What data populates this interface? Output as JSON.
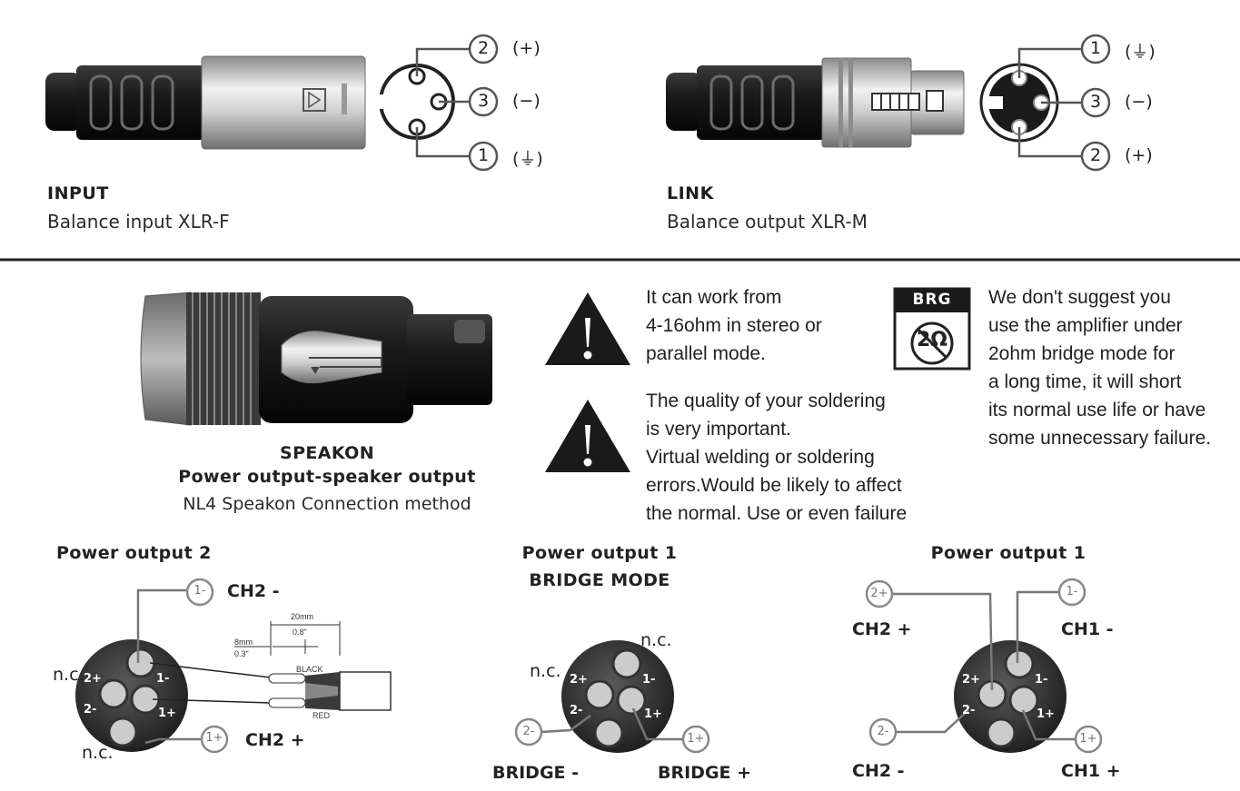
{
  "input": {
    "title": "INPUT",
    "desc": "Balance input XLR-F",
    "pins": [
      {
        "num": "2",
        "sign": "(+)"
      },
      {
        "num": "3",
        "sign": "(−)"
      },
      {
        "num": "1",
        "sign": "(⏚)"
      }
    ]
  },
  "link": {
    "title": "LINK",
    "desc": "Balance output XLR-M",
    "pins": [
      {
        "num": "1",
        "sign": "(⏚)"
      },
      {
        "num": "3",
        "sign": "(−)"
      },
      {
        "num": "2",
        "sign": "(+)"
      }
    ]
  },
  "speakon": {
    "title": "SPEAKON",
    "subtitle": "Power output-speaker output",
    "method": "NL4 Speakon Connection method"
  },
  "warnings": {
    "w1_lines": [
      "It can work from",
      "4-16ohm in stereo or",
      "parallel mode."
    ],
    "w2_lines": [
      "The quality of your soldering",
      "is very important.",
      "Virtual welding or soldering",
      "errors.Would be likely to affect",
      "the normal. Use or even failure"
    ],
    "brg_badge": "BRG",
    "brg_symbol": "2Ω",
    "brg_lines": [
      "We don't suggest you",
      "use the amplifier under",
      "2ohm bridge mode for",
      "a long time, it will short",
      "its normal use life or have",
      "some unnecessary failure."
    ]
  },
  "diagrams": {
    "d1": {
      "title": "Power output 2",
      "ch_minus": "CH2 -",
      "ch_plus": "CH2 +",
      "nc": "n.c.",
      "pin_1m": "1-",
      "pin_1p": "1+",
      "face_2p": "2+",
      "face_1m": "1-",
      "face_2m": "2-",
      "face_1p": "1+",
      "wire": {
        "len_a": "20mm",
        "len_a_in": "0.8\"",
        "len_b": "8mm",
        "len_b_in": "0.3\"",
        "black": "BLACK",
        "red": "RED"
      }
    },
    "d2": {
      "title_1": "Power output 1",
      "title_2": "BRIDGE MODE",
      "nc": "n.c.",
      "pin_2m": "2-",
      "pin_1p": "1+",
      "bridge_minus": "BRIDGE -",
      "bridge_plus": "BRIDGE +",
      "face_2p": "2+",
      "face_1m": "1-",
      "face_2m": "2-",
      "face_1p": "1+"
    },
    "d3": {
      "title": "Power output 1",
      "pin_2p": "2+",
      "pin_1m": "1-",
      "pin_2m": "2-",
      "pin_1p": "1+",
      "ch2_plus": "CH2 +",
      "ch1_minus": "CH1 -",
      "ch2_minus": "CH2 -",
      "ch1_plus": "CH1 +",
      "face_2p": "2+",
      "face_1m": "1-",
      "face_2m": "2-",
      "face_1p": "1+"
    }
  }
}
